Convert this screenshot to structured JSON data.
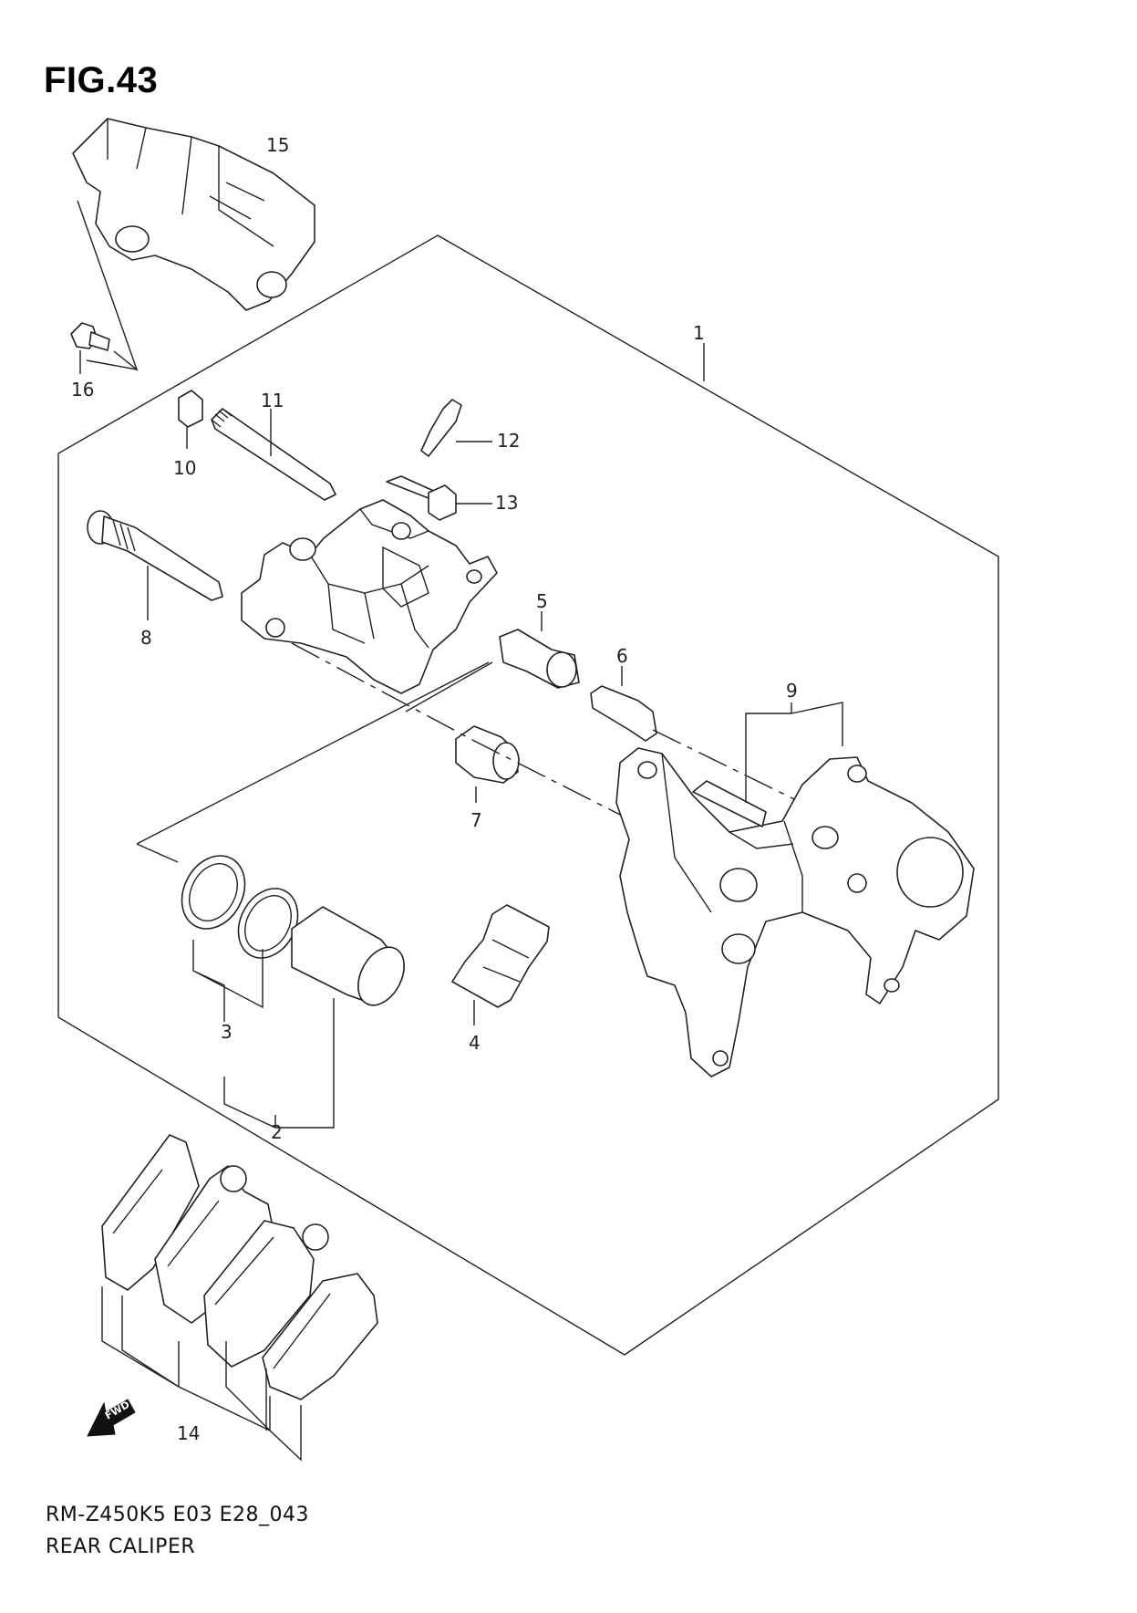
{
  "figure": {
    "title": "FIG.43",
    "code": "RM-Z450K5 E03 E28_043",
    "name": "REAR CALIPER"
  },
  "callouts": [
    "1",
    "2",
    "3",
    "4",
    "5",
    "6",
    "7",
    "8",
    "9",
    "10",
    "11",
    "12",
    "13",
    "14",
    "15",
    "16"
  ],
  "fwd_label": "FWD",
  "icons": {
    "direction": "fwd-arrow-icon"
  }
}
